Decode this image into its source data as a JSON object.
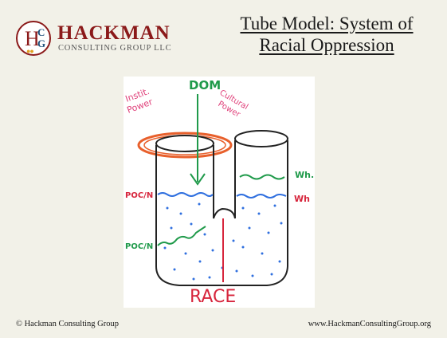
{
  "logo": {
    "name": "HACKMAN",
    "subtitle": "CONSULTING GROUP LLC",
    "mark_h": "H",
    "mark_c": "C",
    "mark_g": "G"
  },
  "title": {
    "line1": "Tube Model: System of",
    "line2": "Racial Oppression"
  },
  "diagram": {
    "label_dom": "DOM",
    "label_instit": "Instit.",
    "label_power_left": "Power",
    "label_cultural": "Cultural",
    "label_power_right": "Power",
    "label_wh_upper": "Wh.",
    "label_wh_lower": "Wh",
    "label_poc_upper": "POC/N",
    "label_poc_lower": "POC/N",
    "label_race": "RACE",
    "colors": {
      "green": "#1f9a4a",
      "red": "#d7263d",
      "pink": "#e0407a",
      "blue": "#2f6fdf",
      "orange": "#e8602c",
      "ink": "#222222"
    }
  },
  "footer": {
    "left": "© Hackman Consulting Group",
    "right": "www.HackmanConsultingGroup.org"
  }
}
